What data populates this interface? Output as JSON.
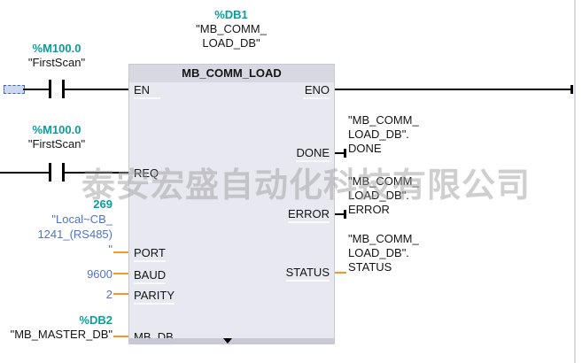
{
  "watermark": {
    "text": "泰安宏盛自动化科技有限公司"
  },
  "colors": {
    "operand_address": "#089E9E",
    "operand_value": "#4F73C8",
    "wire_power": "#000000",
    "wire_data": "#F29A21",
    "block_body": "#E8E8F0",
    "block_header": "#D8D8E3"
  },
  "instance_db": {
    "address": "%DB1",
    "name_line1": "\"MB_COMM_",
    "name_line2": "LOAD_DB\""
  },
  "block": {
    "title": "MB_COMM_LOAD",
    "inputs": [
      {
        "label": "EN"
      },
      {
        "label": "REQ"
      },
      {
        "label": "PORT"
      },
      {
        "label": "BAUD"
      },
      {
        "label": "PARITY"
      },
      {
        "label": "MB_DB"
      }
    ],
    "outputs": [
      {
        "label": "ENO"
      },
      {
        "label": "DONE"
      },
      {
        "label": "ERROR"
      },
      {
        "label": "STATUS"
      }
    ]
  },
  "contacts": [
    {
      "address": "%M100.0",
      "name": "\"FirstScan\""
    },
    {
      "address": "%M100.0",
      "name": "\"FirstScan\""
    }
  ],
  "input_operands": {
    "port": {
      "address": "269",
      "name_lines": [
        "\"Local~CB_",
        "1241_(RS485)",
        "\""
      ]
    },
    "baud": {
      "value": "9600"
    },
    "parity": {
      "value": "2"
    },
    "mb_db": {
      "address": "%DB2",
      "name": "\"MB_MASTER_DB\""
    }
  },
  "output_operands": {
    "done": {
      "lines": [
        "\"MB_COMM_",
        "LOAD_DB\".",
        "DONE"
      ]
    },
    "error": {
      "lines": [
        "\"MB_COMM_",
        "LOAD_DB\".",
        "ERROR"
      ]
    },
    "status": {
      "lines": [
        "\"MB_COMM_",
        "LOAD_DB\".",
        "STATUS"
      ]
    }
  }
}
